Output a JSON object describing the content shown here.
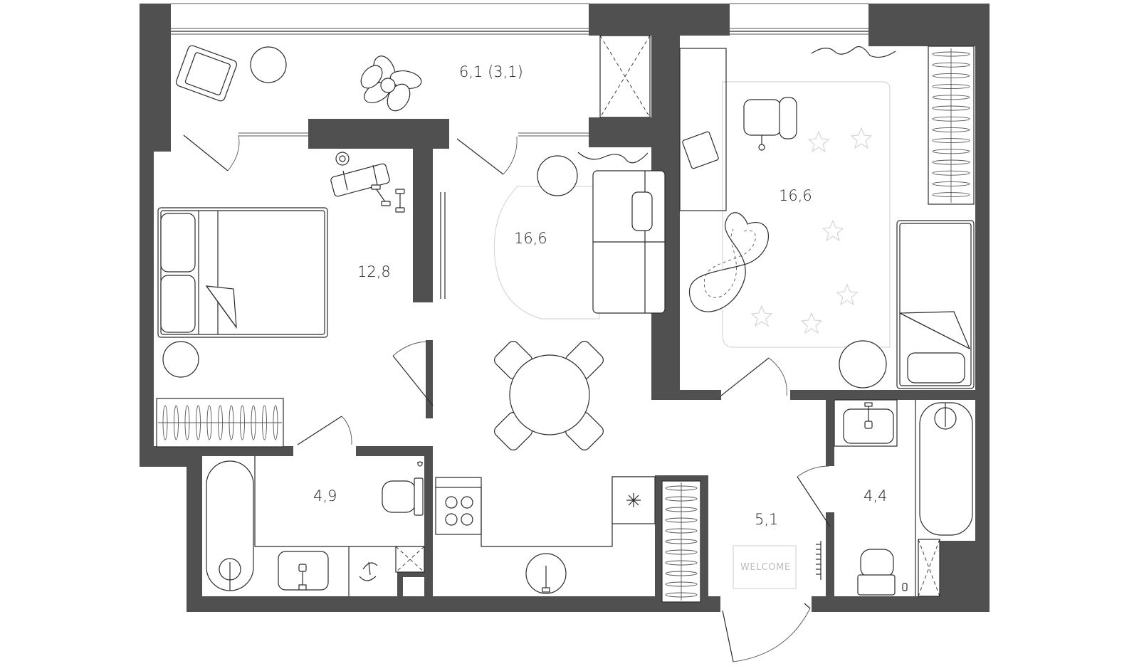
{
  "rooms": {
    "balcony": {
      "area": "6,1 (3,1)"
    },
    "bedroom": {
      "area": "12,8"
    },
    "living": {
      "area": "16,6"
    },
    "kids": {
      "area": "16,6"
    },
    "bath_left": {
      "area": "4,9"
    },
    "hall": {
      "area": "5,1"
    },
    "bath_right": {
      "area": "4,4"
    }
  },
  "hall_mat": {
    "text": "WELCOME"
  },
  "colors": {
    "wall": "#505050",
    "line": "#2b2b2b",
    "background": "#ffffff"
  }
}
